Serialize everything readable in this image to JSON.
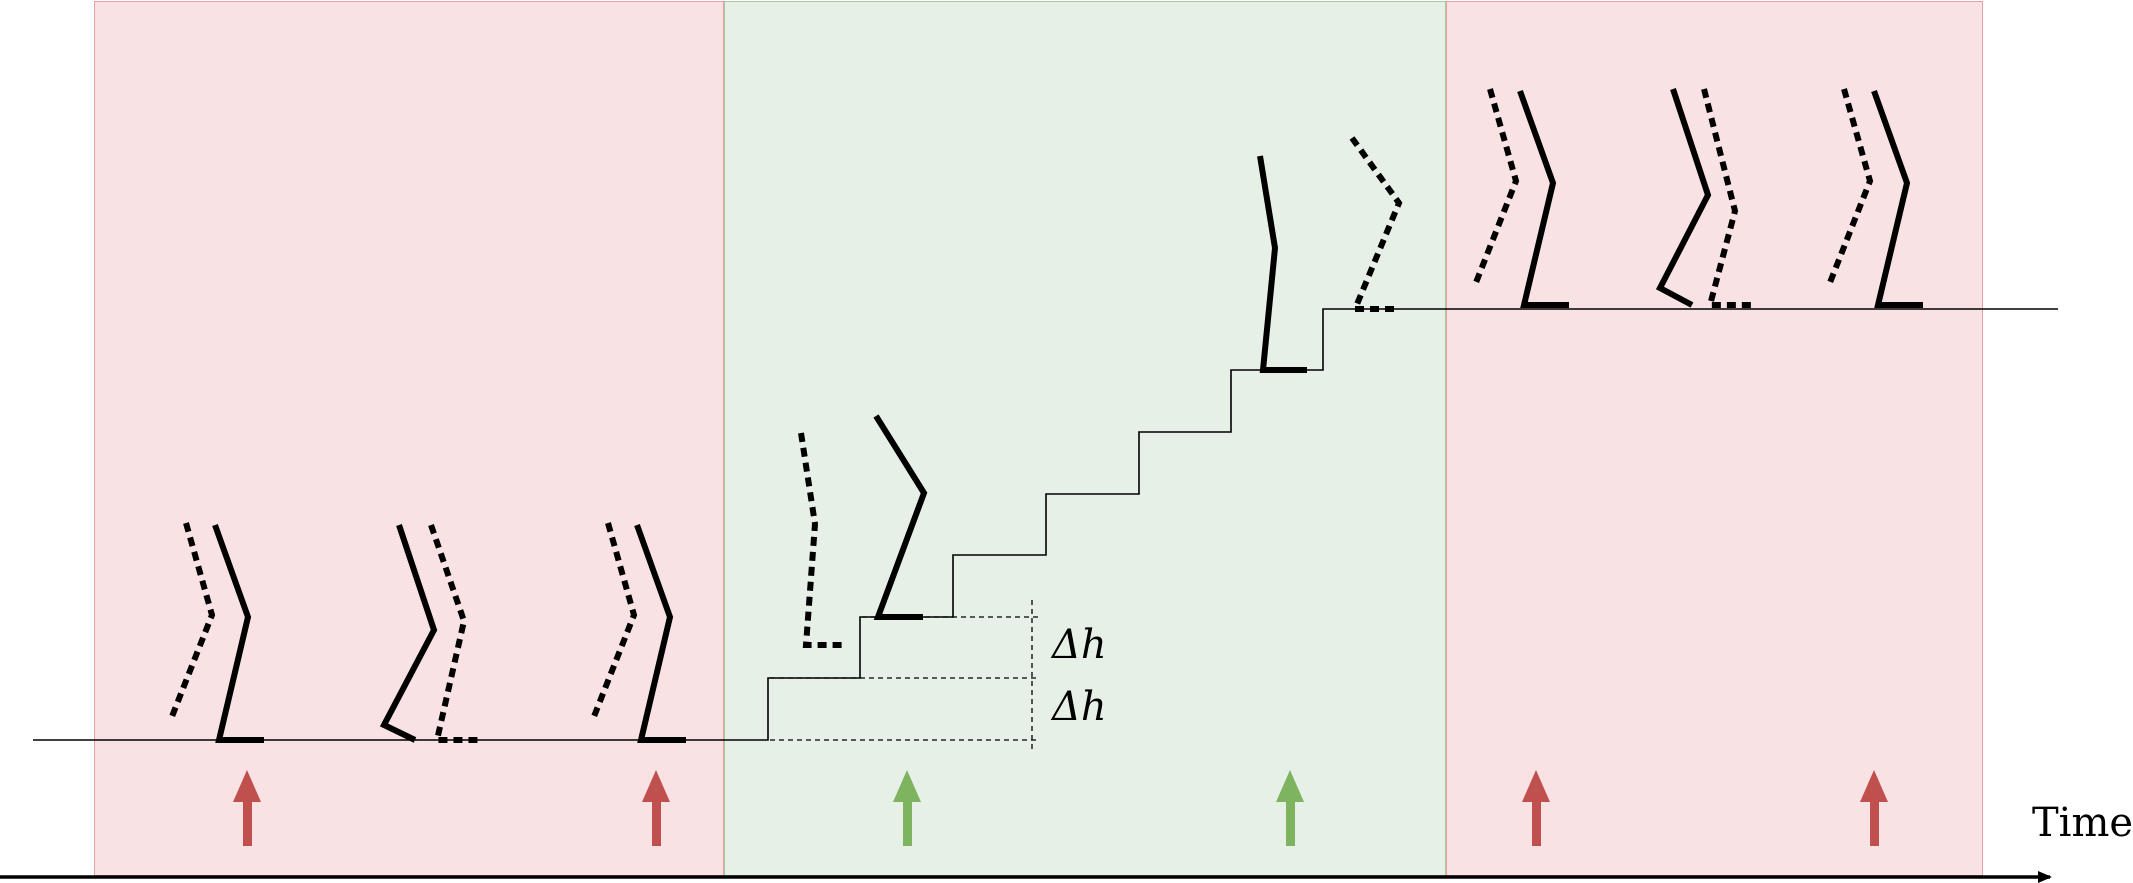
{
  "labels": {
    "step_height_upper": "Δh",
    "step_height_lower": "Δh",
    "time_axis": "Time"
  },
  "colors": {
    "red_band": "#f8e2e3",
    "green_band": "#e7f0e7",
    "red_arrow": "#c0504d",
    "green_arrow": "#7eb35f",
    "stroke": "#000000"
  },
  "phases": [
    "red",
    "green",
    "red"
  ],
  "arrow_colors": [
    "red",
    "red",
    "green",
    "green",
    "red",
    "red"
  ]
}
